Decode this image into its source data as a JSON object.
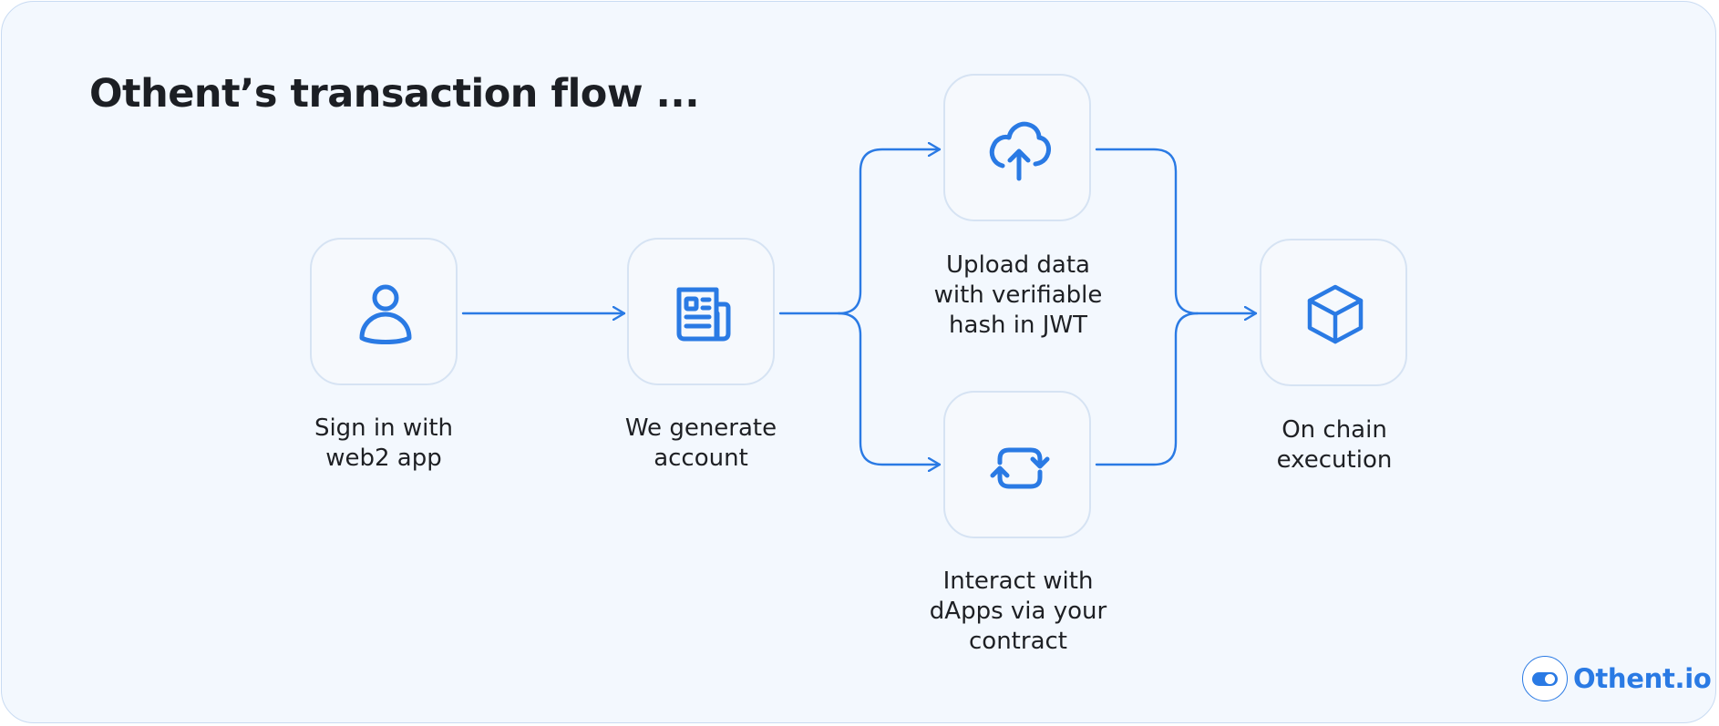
{
  "title": "Othent’s transaction flow ...",
  "colors": {
    "accent": "#2a7ae4",
    "background": "#f3f8fe",
    "text": "#1e2024"
  },
  "nodes": [
    {
      "id": "sign-in",
      "icon": "user-icon",
      "label_lines": [
        "Sign in with",
        "web2 app"
      ]
    },
    {
      "id": "generate",
      "icon": "newspaper-icon",
      "label_lines": [
        "We generate",
        "account"
      ]
    },
    {
      "id": "upload",
      "icon": "cloud-upload-icon",
      "label_lines": [
        "Upload data",
        "with verifiable",
        "hash in JWT"
      ]
    },
    {
      "id": "interact",
      "icon": "refresh-icon",
      "label_lines": [
        "Interact with",
        "dApps via your",
        "contract"
      ]
    },
    {
      "id": "onchain",
      "icon": "cube-icon",
      "label_lines": [
        "On chain",
        "execution"
      ]
    }
  ],
  "brand": {
    "name": "Othent.io",
    "icon": "toggle-icon"
  }
}
